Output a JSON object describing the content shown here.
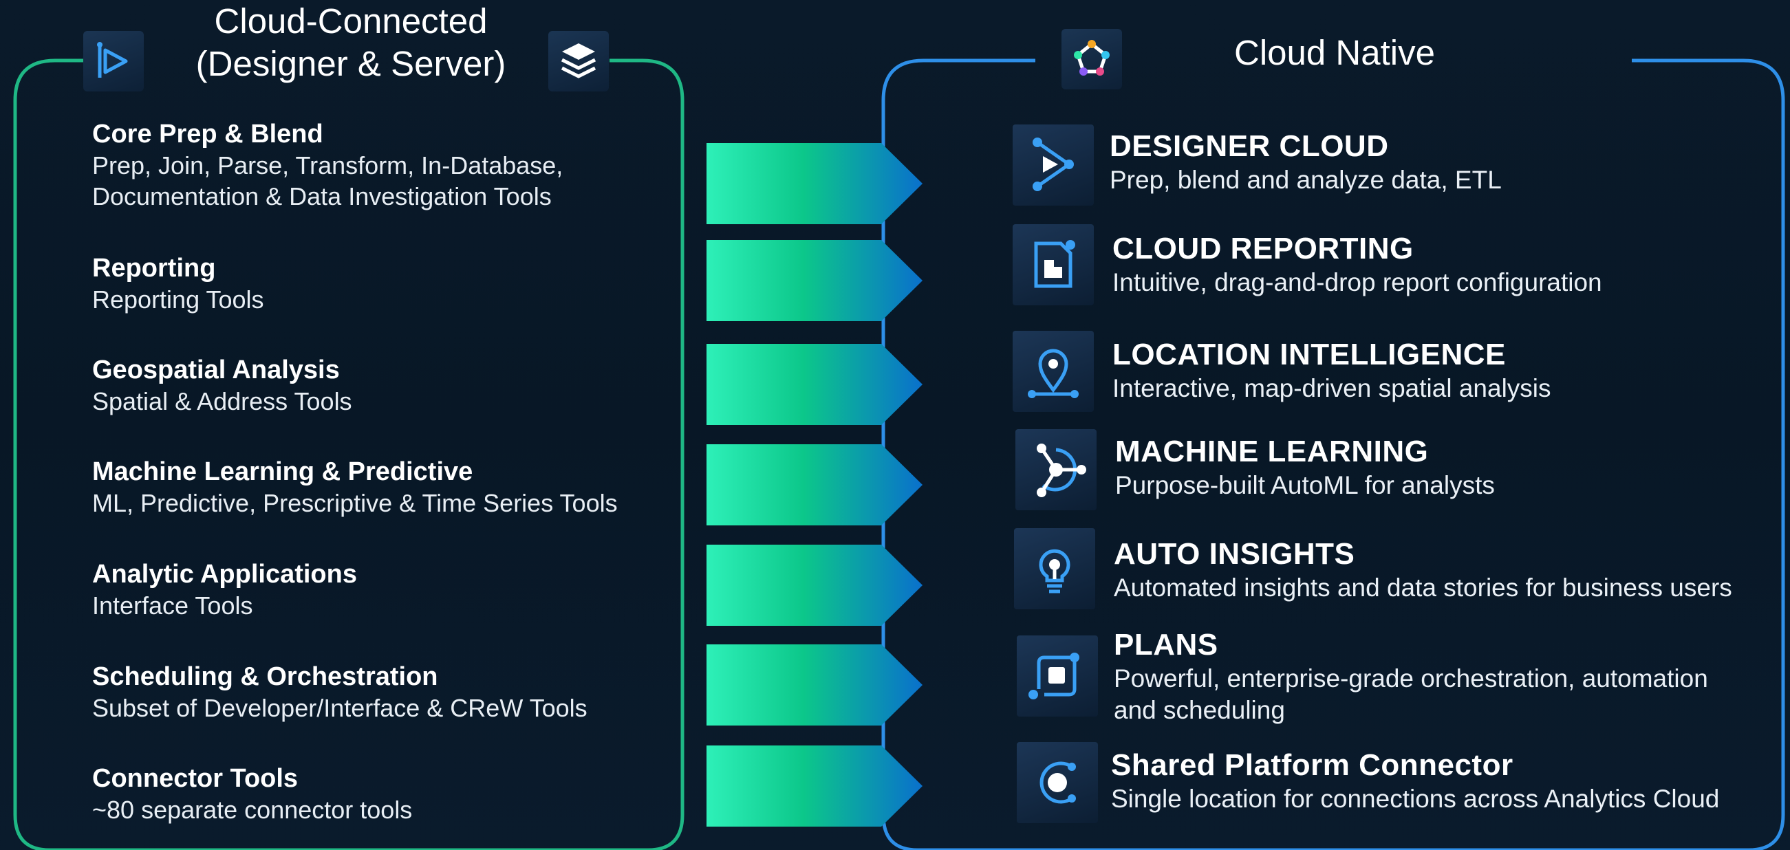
{
  "left_panel": {
    "title_line1": "Cloud-Connected",
    "title_line2": "(Designer & Server)",
    "left_icon": "designer-play-icon",
    "right_icon": "server-layers-icon",
    "border_color": "#1fb885",
    "categories": [
      {
        "heading": "Core Prep & Blend",
        "line1": "Prep, Join, Parse, Transform, In-Database,",
        "line2": "Documentation & Data Investigation Tools"
      },
      {
        "heading": "Reporting",
        "line1": "Reporting Tools",
        "line2": ""
      },
      {
        "heading": "Geospatial Analysis",
        "line1": "Spatial & Address Tools",
        "line2": ""
      },
      {
        "heading": "Machine Learning & Predictive",
        "line1": "ML, Predictive, Prescriptive & Time Series Tools",
        "line2": ""
      },
      {
        "heading": "Analytic Applications",
        "line1": "Interface Tools",
        "line2": ""
      },
      {
        "heading": "Scheduling & Orchestration",
        "line1": "Subset of Developer/Interface & CReW Tools",
        "line2": ""
      },
      {
        "heading": "Connector Tools",
        "line1": "~80 separate connector tools",
        "line2": ""
      }
    ]
  },
  "right_panel": {
    "title": "Cloud Native",
    "title_icon": "cloud-native-network-icon",
    "border_color": "#2e8fe8",
    "products": [
      {
        "heading": "DESIGNER CLOUD",
        "line1": "Prep, blend and analyze data, ETL",
        "line2": "",
        "icon": "designer-cloud-icon"
      },
      {
        "heading": "CLOUD REPORTING",
        "line1": "Intuitive, drag-and-drop report configuration",
        "line2": "",
        "icon": "report-document-icon"
      },
      {
        "heading": "LOCATION INTELLIGENCE",
        "line1": "Interactive, map-driven spatial analysis",
        "line2": "",
        "icon": "location-pin-icon"
      },
      {
        "heading": "MACHINE LEARNING",
        "line1": "Purpose-built AutoML for analysts",
        "line2": "",
        "icon": "machine-learning-node-icon"
      },
      {
        "heading": "AUTO INSIGHTS",
        "line1": "Automated insights and data stories for business users",
        "line2": "",
        "icon": "lightbulb-icon"
      },
      {
        "heading": "PLANS",
        "line1": "Powerful, enterprise-grade orchestration, automation",
        "line2": "and scheduling",
        "icon": "plans-orchestration-icon"
      },
      {
        "heading": "Shared Platform Connector",
        "line1": "Single location for connections across Analytics Cloud",
        "line2": "",
        "icon": "connector-icon"
      }
    ]
  },
  "arrow_gradient": [
    "#2ef0b6",
    "#0cc488",
    "#0a72c8"
  ]
}
